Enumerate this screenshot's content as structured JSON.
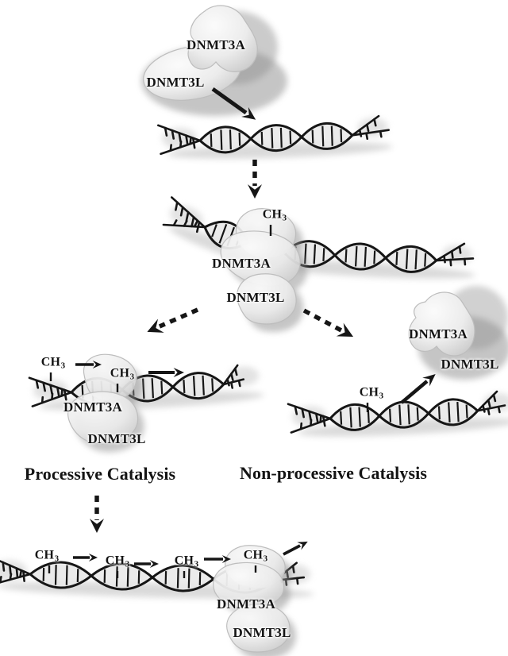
{
  "colors": {
    "background": "#ffffff",
    "ink": "#161616",
    "blob_light": "#fbfbfb",
    "blob_dark": "#c8c8c8",
    "shadow": "#8d8d8d",
    "eye_fill": "#e8e8e8"
  },
  "labels": {
    "dnmt3a": "DNMT3A",
    "dnmt3l": "DNMT3L",
    "ch_base": "CH",
    "ch_sub": "3"
  },
  "titles": {
    "processive": "Processive Catalysis",
    "nonprocessive": "Non-processive Catalysis"
  },
  "icons": {
    "solid-arrow": "→",
    "dashed-arrow": "⇢"
  }
}
